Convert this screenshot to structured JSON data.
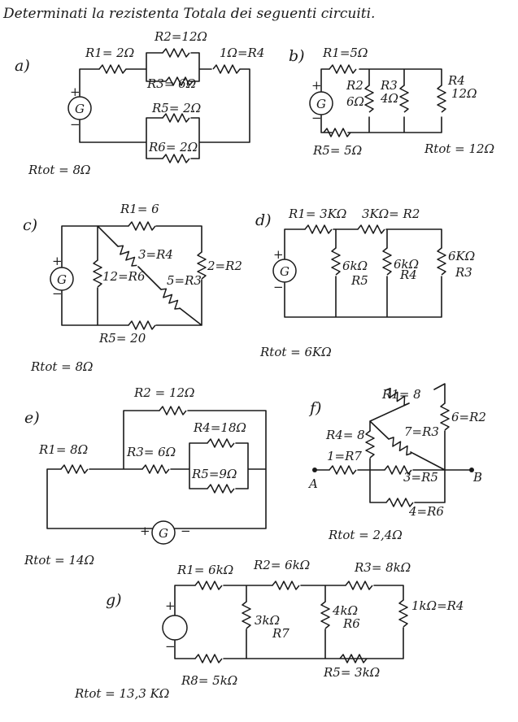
{
  "heading": "Determinati la rezistenta Totala dei seguenti circuiti.",
  "a": {
    "label": "a)",
    "r1": "R1= 2Ω",
    "r2": "R2=12Ω",
    "r3": "R3= 6Ω",
    "r4": "1Ω=R4",
    "r5": "R5= 2Ω",
    "r6": "R6= 2Ω",
    "gen": "G",
    "plus": "+",
    "minus": "−",
    "total": "Rtot = 8Ω"
  },
  "b": {
    "label": "b)",
    "r1": "R1=5Ω",
    "r2a": "R2",
    "r2b": "6Ω",
    "r3a": "R3",
    "r3b": "4Ω",
    "r4a": "R4",
    "r4b": "12Ω",
    "r5": "R5= 5Ω",
    "gen": "G",
    "plus": "+",
    "minus": "−",
    "total": "Rtot = 12Ω"
  },
  "c": {
    "label": "c)",
    "r1": "R1= 6",
    "r4": "3=R4",
    "r6": "12=R6",
    "r3": "5=R3",
    "r2": "2=R2",
    "r5": "R5= 20",
    "gen": "G",
    "plus": "+",
    "minus": "−",
    "total": "Rtot = 8Ω"
  },
  "d": {
    "label": "d)",
    "r1": "R1= 3KΩ",
    "r2": "3KΩ= R2",
    "r5a": "6kΩ",
    "r5b": "R5",
    "r4a": "6kΩ",
    "r4b": "R4",
    "r3a": "6KΩ",
    "r3b": "R3",
    "gen": "G",
    "plus": "+",
    "minus": "−",
    "total": "Rtot = 6KΩ"
  },
  "e": {
    "label": "e)",
    "r2": "R2 = 12Ω",
    "r4": "R4=18Ω",
    "r1": "R1= 8Ω",
    "r3": "R3= 6Ω",
    "r5": "R5=9Ω",
    "gen": "G",
    "plus": "+",
    "minus": "−",
    "total": "Rtot = 14Ω"
  },
  "f": {
    "label": "f)",
    "r1": "R1= 8",
    "r2": "6=R2",
    "r3": "7=R3",
    "r4": "R4= 8",
    "r7": "1=R7",
    "r5": "3=R5",
    "r6": "4=R6",
    "nodeA": "A",
    "nodeB": "B",
    "total": "Rtot = 2,4Ω"
  },
  "g": {
    "label": "g)",
    "r1": "R1= 6kΩ",
    "r2": "R2= 6kΩ",
    "r3": "R3= 8kΩ",
    "r4": "1kΩ=R4",
    "r7a": "3kΩ",
    "r7b": "R7",
    "r6a": "4kΩ",
    "r6b": "R6",
    "r8": "R8= 5kΩ",
    "r5": "R5= 3kΩ",
    "plus": "+",
    "minus": "−",
    "total": "Rtot = 13,3 KΩ"
  }
}
